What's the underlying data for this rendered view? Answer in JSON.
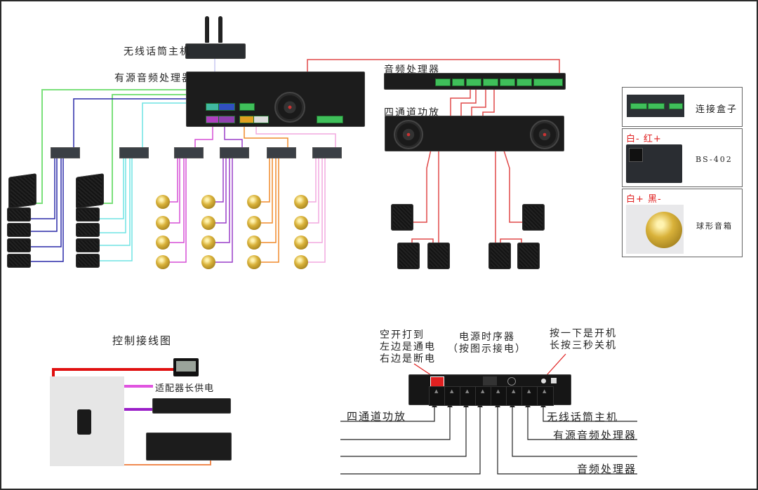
{
  "devices": {
    "wireless_mic": "无线话筒主机",
    "active_processor": "有源音频处理器",
    "audio_processor": "音频处理器",
    "four_ch_amp": "四通道功放"
  },
  "legend": {
    "connection_box": "连接盒子",
    "bs402_label": "BS-402",
    "bs402_polarity": "白- 红+",
    "ball_speaker_label": "球形音箱",
    "ball_speaker_polarity": "白+ 黑-"
  },
  "control": {
    "title": "控制接线图",
    "adapter_note": "适配器长供电"
  },
  "sequencer": {
    "title_line1": "电源时序器",
    "title_line2": "（按图示接电）",
    "switch_note": [
      "空开打到",
      "左边是通电",
      "右边是断电"
    ],
    "power_note": [
      "按一下是开机",
      "长按三秒关机"
    ],
    "outlets_left": [
      "四通道功放",
      "",
      "",
      ""
    ],
    "outlets_right": [
      "无线话筒主机",
      "有源音频处理器",
      "",
      "音频处理器"
    ]
  },
  "wire_colors": {
    "green": "#7be07b",
    "blue": "#2a2aa8",
    "cyan": "#6fe3e3",
    "magenta": "#d64fd6",
    "purple": "#9a3fc8",
    "orange": "#f08a2a",
    "pink": "#f2a9df",
    "red": "#e04848",
    "black": "#333333"
  }
}
